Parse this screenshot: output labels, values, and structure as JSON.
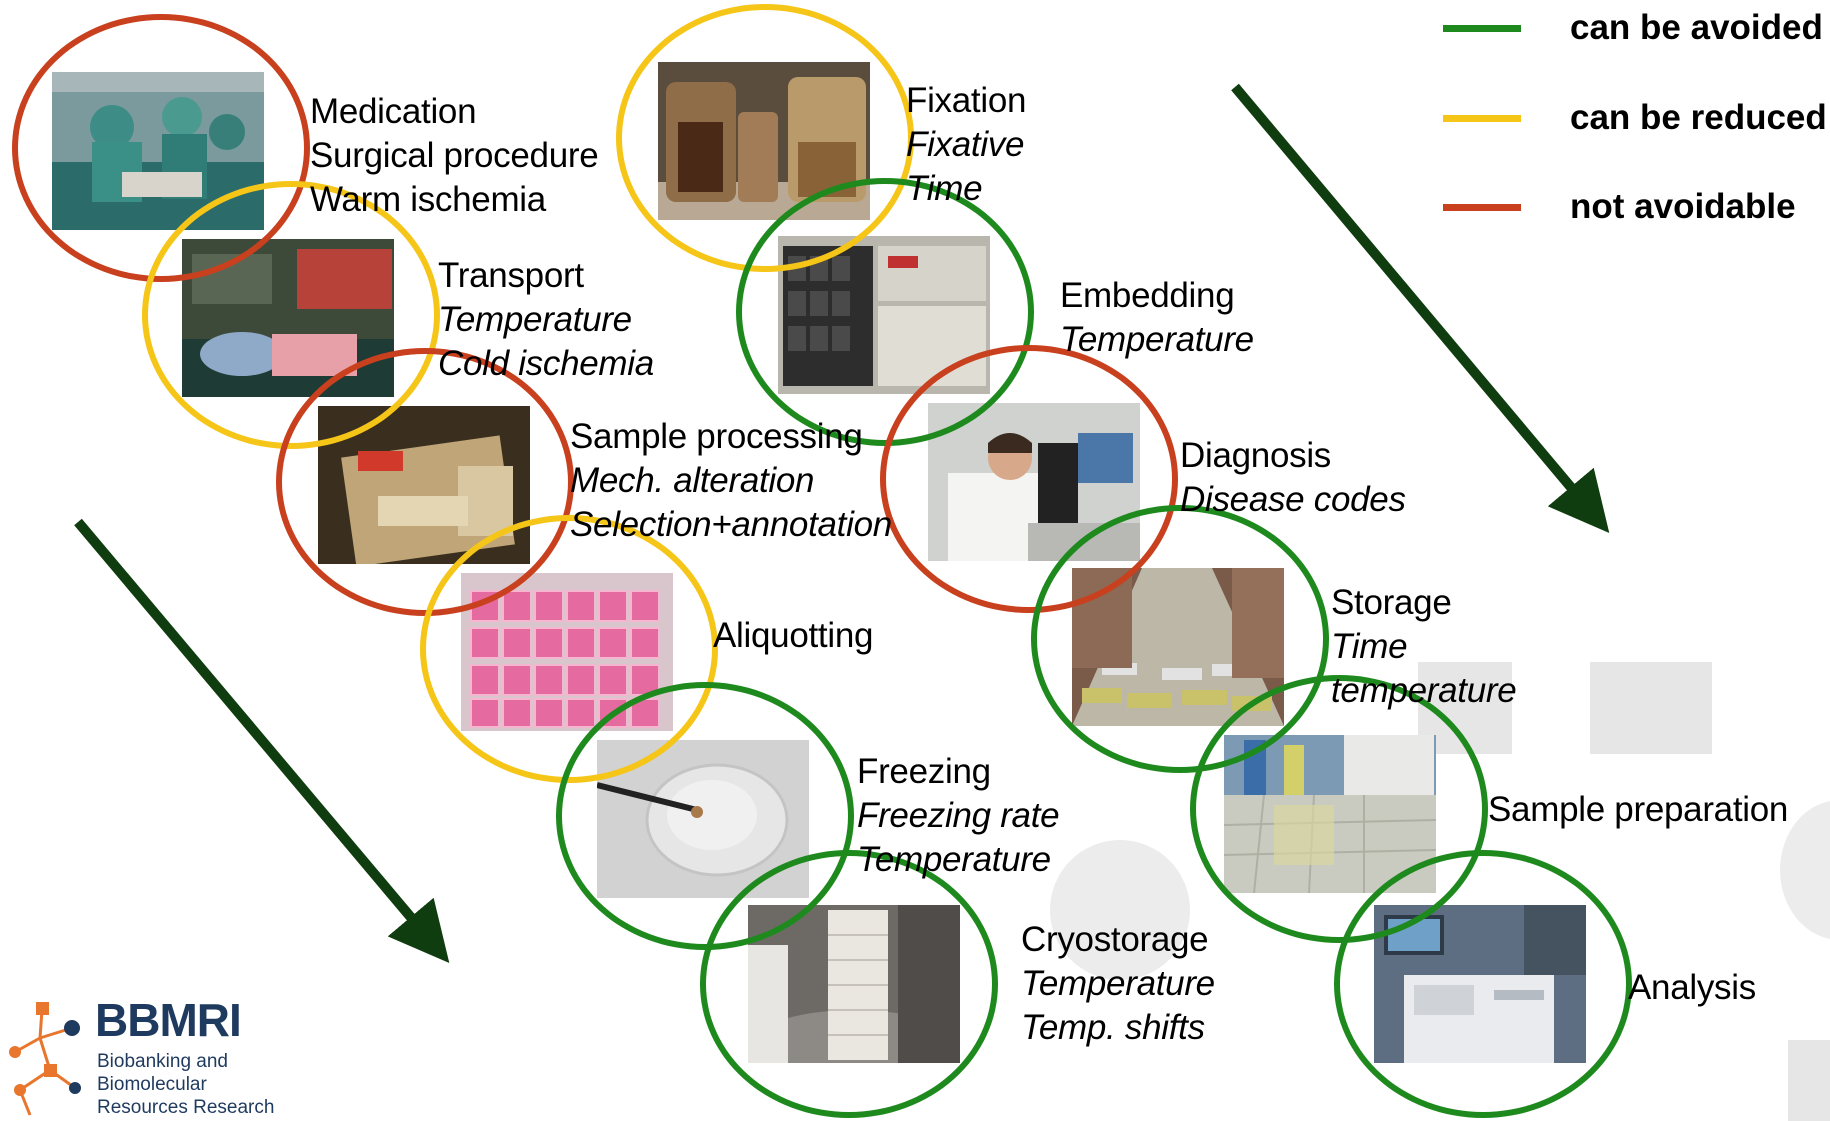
{
  "colors": {
    "green": "#1e8a1e",
    "yellow": "#f5c518",
    "red": "#c8401e",
    "arrow": "#0f3d0f",
    "logo_text": "#1f3a5f",
    "logo_orange": "#e8762c"
  },
  "legend": [
    {
      "label": "can be avoided",
      "color": "#1e8a1e"
    },
    {
      "label": "can be reduced",
      "color": "#f5c518"
    },
    {
      "label": "not avoidable",
      "color": "#c8401e"
    }
  ],
  "steps": {
    "medication": {
      "title": "Medication",
      "lines": [
        "Surgical procedure",
        "Warm ischemia"
      ],
      "ring": "red",
      "photo": "surgery-photo"
    },
    "transport": {
      "title": "Transport",
      "lines": [
        "Temperature",
        "Cold ischemia"
      ],
      "ring": "yellow",
      "photo": "transport-box-photo"
    },
    "sample_processing": {
      "title": "Sample processing",
      "lines": [
        "Mech. alteration",
        "Selection+annotation"
      ],
      "ring": "red",
      "photo": "tissue-cutting-photo"
    },
    "aliquotting": {
      "title": "Aliquotting",
      "lines": [],
      "ring": "yellow",
      "photo": "cassettes-photo"
    },
    "freezing": {
      "title": "Freezing",
      "lines": [
        "Freezing rate",
        "Temperature"
      ],
      "ring": "green",
      "photo": "freezing-photo"
    },
    "cryostorage": {
      "title": "Cryostorage",
      "lines": [
        "Temperature",
        "Temp. shifts"
      ],
      "ring": "green",
      "photo": "cryotank-photo"
    },
    "fixation": {
      "title": "Fixation",
      "lines": [
        "Fixative",
        "Time"
      ],
      "ring": "yellow",
      "photo": "fixative-jars-photo"
    },
    "embedding": {
      "title": "Embedding",
      "lines": [
        "Temperature"
      ],
      "ring": "green",
      "photo": "embedding-machine-photo"
    },
    "diagnosis": {
      "title": "Diagnosis",
      "lines": [
        "Disease codes"
      ],
      "ring": "red",
      "photo": "microscope-photo"
    },
    "storage": {
      "title": "Storage",
      "lines": [
        "Time",
        "temperature"
      ],
      "ring": "green",
      "photo": "archive-shelves-photo"
    },
    "sample_preparation": {
      "title": "Sample preparation",
      "lines": [],
      "ring": "green",
      "photo": "lab-bench-photo"
    },
    "analysis": {
      "title": "Analysis",
      "lines": [],
      "ring": "green",
      "photo": "analyzer-photo"
    }
  },
  "logo": {
    "title": "BBMRI",
    "subtitle": [
      "Biobanking and",
      "Biomolecular",
      "Resources Research"
    ],
    "icon": "network-nodes-icon"
  }
}
